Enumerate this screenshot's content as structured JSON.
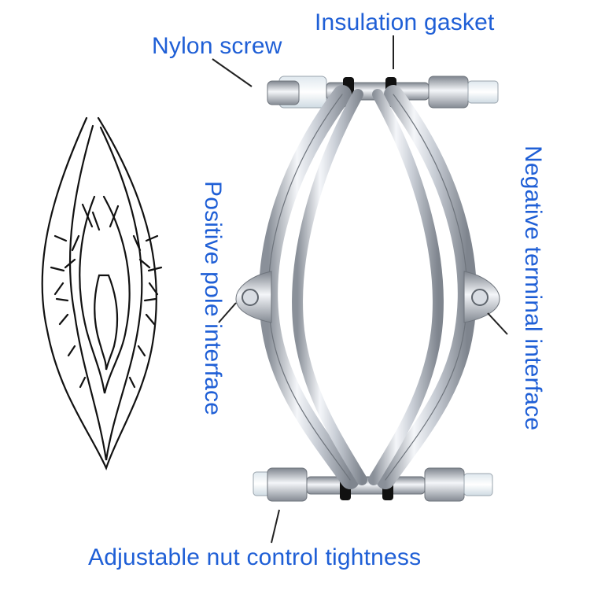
{
  "labels": {
    "insulation_gasket": "Insulation gasket",
    "nylon_screw": "Nylon screw",
    "positive_pole": "Positive pole interface",
    "negative_terminal": "Negative terminal interface",
    "adjustable_nut": "Adjustable nut control tightness"
  },
  "colors": {
    "label_text": "#1f5fd6",
    "leader_line": "#222222",
    "metal_light": "#e9ecf1",
    "metal_dark": "#8a9099",
    "nylon": "#eef3f6",
    "gasket": "#111111"
  }
}
